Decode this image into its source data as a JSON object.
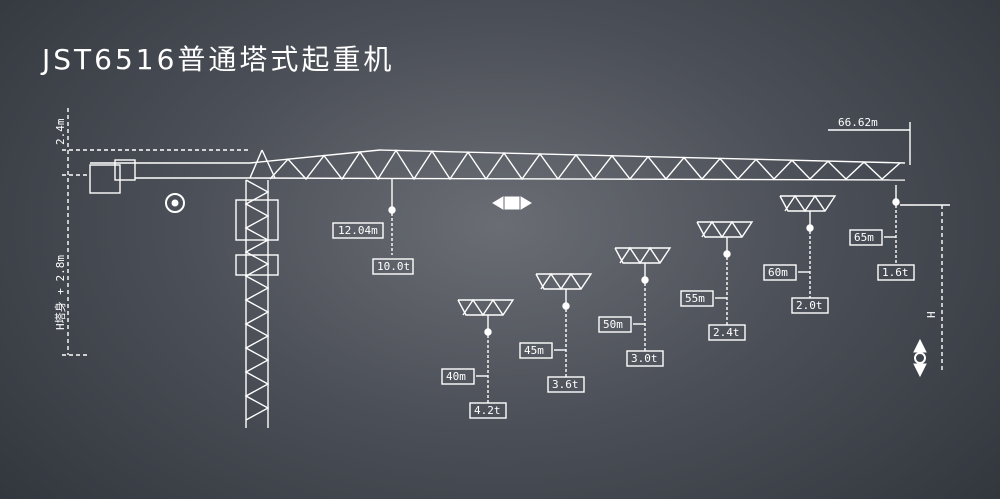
{
  "title": "JST6516普通塔式起重机",
  "max_radius": "66.62m",
  "top_height": "2.4m",
  "below_jib": "H塔身 + 2.8m",
  "hook_height": "H",
  "tip_jib_label": "12.04m",
  "tip_load_label": "10.0t",
  "load_chart": [
    {
      "radius": "40m",
      "load": "4.2t"
    },
    {
      "radius": "45m",
      "load": "3.6t"
    },
    {
      "radius": "50m",
      "load": "3.0t"
    },
    {
      "radius": "55m",
      "load": "2.4t"
    },
    {
      "radius": "60m",
      "load": "2.0t"
    },
    {
      "radius": "65m",
      "load": "1.6t"
    }
  ],
  "colors": {
    "line": "#ffffff"
  }
}
